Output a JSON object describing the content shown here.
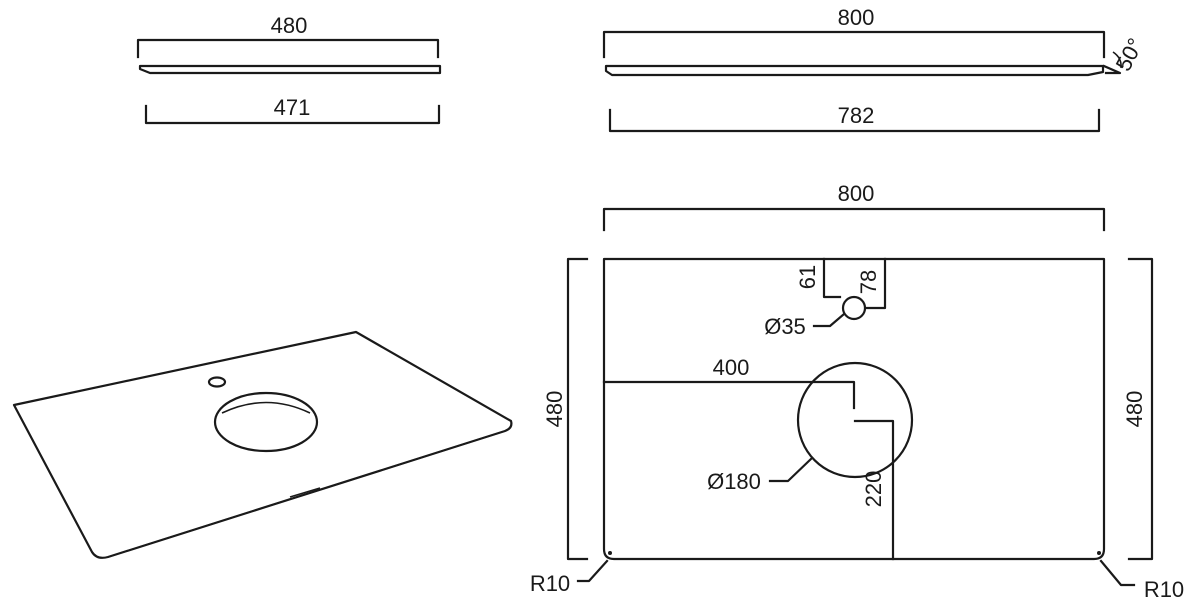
{
  "drawing": {
    "side_view_short": {
      "top_width": "480",
      "bottom_width": "471"
    },
    "side_view_long": {
      "top_width": "800",
      "bottom_width": "782",
      "edge_angle": "50°"
    },
    "plan_view": {
      "width": "800",
      "depth_left": "480",
      "depth_right": "480",
      "tap_hole_offset_small": "61",
      "tap_hole_offset_large": "78",
      "tap_hole_diameter": "Ø35",
      "basin_offset_x": "400",
      "basin_diameter": "Ø180",
      "basin_offset_y": "220",
      "corner_radius_left": "R10",
      "corner_radius_right": "R10"
    }
  }
}
